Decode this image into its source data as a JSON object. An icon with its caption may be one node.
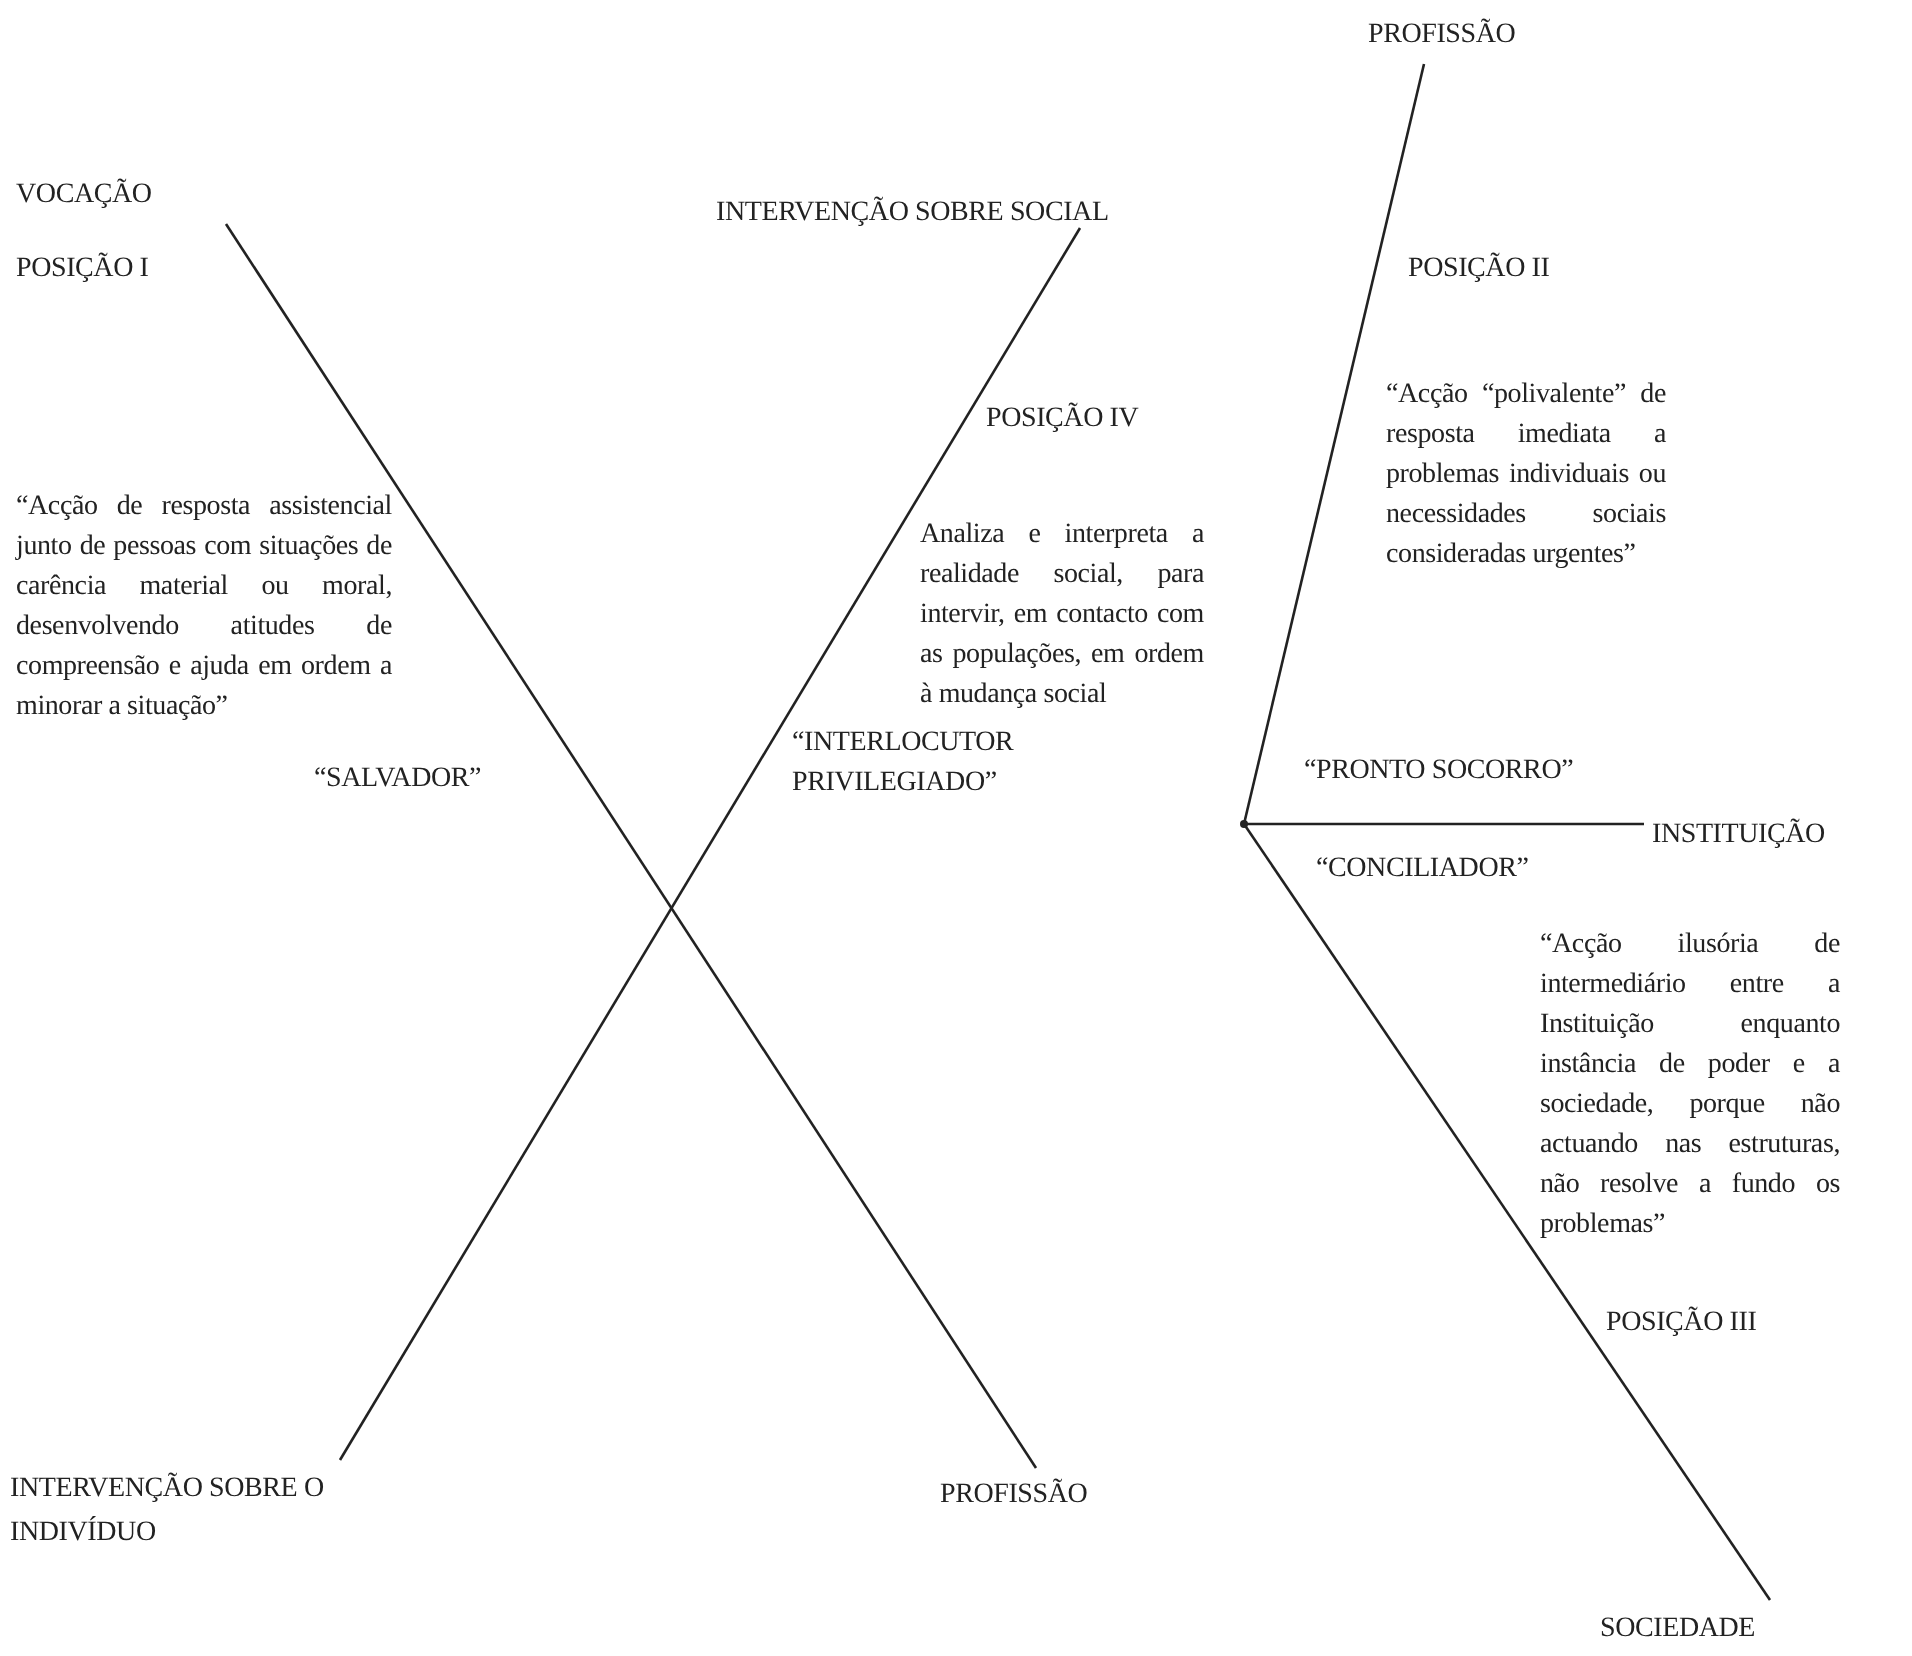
{
  "diagram": {
    "nodes": [
      {
        "text": [
          "VOCAÇÃO"
        ]
      },
      {
        "text": [
          "INTERVENÇÃO SOBRE SOCIAL"
        ]
      },
      {
        "text": [
          "PROFISSÃO"
        ]
      },
      {
        "text": [
          "INTERVENÇÃO SOBRE O INDIVÍDUO"
        ]
      },
      {
        "text": [
          "PROFISSÃO"
        ]
      },
      {
        "text": [],
        "shape": "point"
      },
      {
        "text": [
          "INSTITUIÇÃO"
        ]
      },
      {
        "text": [
          "SOCIEDADE"
        ]
      }
    ],
    "edges": [
      {
        "from": 0,
        "to": 4,
        "arrow": "none"
      },
      {
        "from": 3,
        "to": 1,
        "arrow": "none"
      },
      {
        "from": 5,
        "to": 2,
        "arrow": "none"
      },
      {
        "from": 5,
        "to": 6,
        "arrow": "none"
      },
      {
        "from": 5,
        "to": 7,
        "arrow": "none"
      }
    ],
    "labels": [
      "POSIÇÃO I",
      "“Acção de resposta assistencial junto de pessoas com situações de carência material ou moral, desenvolvendo atitudes de compreensão e ajuda em ordem a minorar a situação”",
      "“SALVADOR”",
      "POSIÇÃO IV",
      "Analiza e interpreta a realidade social, para intervir, em contacto com as populações, em ordem à mudança social",
      "“INTERLOCUTOR PRIVILEGIADO”",
      "POSIÇÃO II",
      "“Acção “polivalente” de resposta imediata a problemas individuais ou necessidades sociais consideradas urgentes”",
      "“PRONTO SOCORRO”",
      "“CONCILIADOR”",
      "“Acção ilusória de intermediário entre a Instituição enquanto instância de poder e a sociedade, porque não actuando nas estruturas, não resolve a fundo os problemas”",
      "POSIÇÃO III"
    ]
  }
}
